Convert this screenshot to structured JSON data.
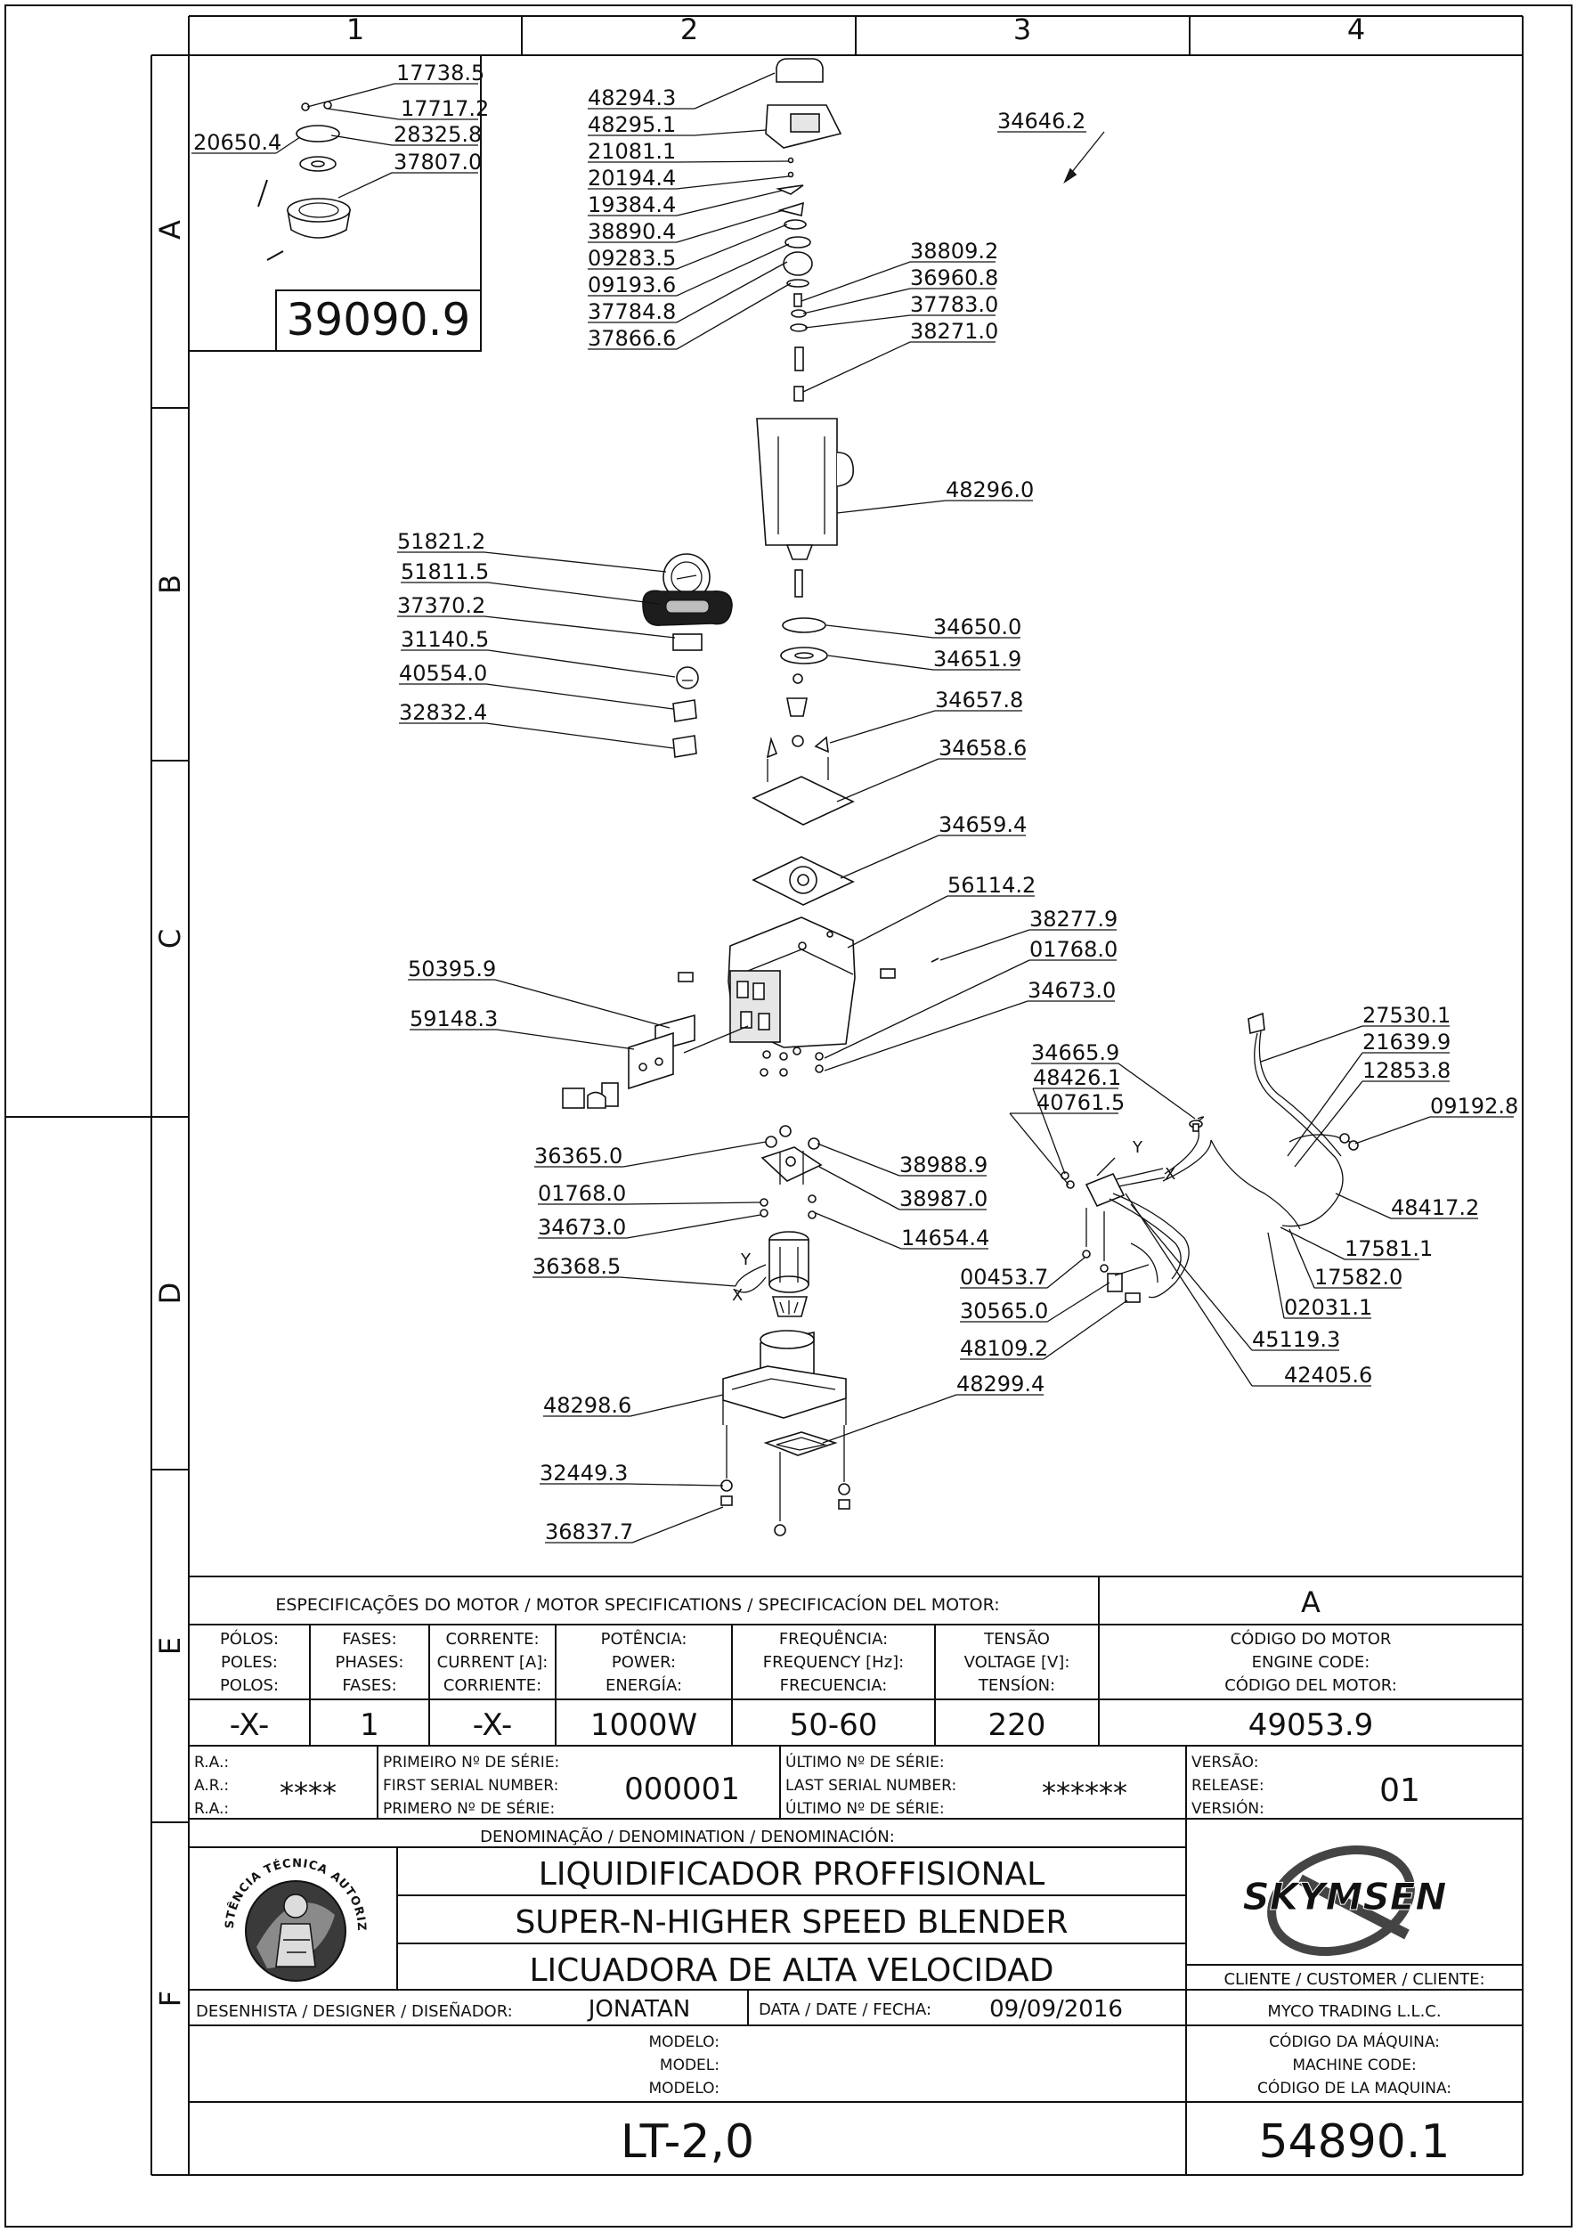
{
  "columns": [
    "1",
    "2",
    "3",
    "4"
  ],
  "rows": [
    "A",
    "B",
    "C",
    "D",
    "E",
    "F"
  ],
  "detail": {
    "code": "39090.9",
    "parts": [
      {
        "code": "17738.5"
      },
      {
        "code": "17717.2"
      },
      {
        "code": "20650.4"
      },
      {
        "code": "28325.8"
      },
      {
        "code": "37807.0"
      }
    ]
  },
  "center_parts": [
    "48294.3",
    "48295.1",
    "21081.1",
    "20194.4",
    "19384.4",
    "38890.4",
    "09283.5",
    "09193.6",
    "37784.8",
    "37866.6",
    "38809.2",
    "36960.8",
    "37783.0",
    "38271.0",
    "48296.0",
    "34650.0",
    "34651.9",
    "34657.8",
    "34658.6",
    "34659.4",
    "56114.2",
    "38277.9",
    "01768.0",
    "34673.0",
    "50395.9",
    "59148.3",
    "36365.0",
    "38988.9",
    "38987.0",
    "01768.0",
    "14654.4",
    "34673.0",
    "36368.5",
    "48298.6",
    "48299.4",
    "32449.3",
    "36837.7"
  ],
  "panel_parts": [
    "51821.2",
    "51811.5",
    "37370.2",
    "31140.5",
    "40554.0",
    "32832.4"
  ],
  "harness_parts": [
    "27530.1",
    "21639.9",
    "12853.8",
    "09192.8",
    "48417.2",
    "34665.9",
    "48426.1",
    "40761.5",
    "17581.1",
    "17582.0",
    "02031.1",
    "45119.3",
    "42405.6",
    "00453.7",
    "30565.0",
    "48109.2"
  ],
  "ref_note": "34646.2",
  "wire_labels": {
    "y": "Y",
    "x": "X"
  },
  "motor_specs": {
    "heading": "ESPECIFICAÇÕES DO MOTOR / MOTOR SPECIFICATIONS / SPECIFICACÍON DEL MOTOR:",
    "revision_letter": "A",
    "columns": [
      {
        "label": [
          "PÓLOS:",
          "POLES:",
          "POLOS:"
        ],
        "value": "-X-"
      },
      {
        "label": [
          "FASES:",
          "PHASES:",
          "FASES:"
        ],
        "value": "1"
      },
      {
        "label": [
          "CORRENTE:",
          "CURRENT [A]:",
          "CORRIENTE:"
        ],
        "value": "-X-"
      },
      {
        "label": [
          "POTÊNCIA:",
          "POWER:",
          "ENERGÍA:"
        ],
        "value": "1000W"
      },
      {
        "label": [
          "FREQUÊNCIA:",
          "FREQUENCY [Hz]:",
          "FRECUENCIA:"
        ],
        "value": "50-60"
      },
      {
        "label": [
          "TENSÃO",
          "VOLTAGE [V]:",
          "TENSÍON:"
        ],
        "value": "220"
      },
      {
        "label": [
          "CÓDIGO DO MOTOR",
          "ENGINE CODE:",
          "CÓDIGO DEL MOTOR:"
        ],
        "value": "49053.9"
      }
    ]
  },
  "serials": {
    "ra_labels": [
      "R.A.:",
      "A.R.:",
      "R.A.:"
    ],
    "ra_value": "****",
    "first_labels": [
      "PRIMEIRO Nº DE SÉRIE:",
      "FIRST SERIAL NUMBER:",
      "PRIMERO Nº DE SÉRIE:"
    ],
    "first_value": "000001",
    "last_labels": [
      "ÚLTIMO Nº DE SÉRIE:",
      "LAST SERIAL NUMBER:",
      "ÚLTIMO Nº DE SÉRIE:"
    ],
    "last_value": "******",
    "version_labels": [
      "VERSÃO:",
      "RELEASE:",
      "VERSIÓN:"
    ],
    "version_value": "01"
  },
  "title_block": {
    "denomination_label": "DENOMINAÇÃO / DENOMINATION / DENOMINACIÓN:",
    "names": [
      "LIQUIDIFICADOR PROFFISIONAL",
      "SUPER-N-HIGHER SPEED BLENDER",
      "LICUADORA DE ALTA VELOCIDAD"
    ],
    "seal_text": "ASSISTÊNCIA TÉCNICA AUTORIZADA",
    "brand": "SKYMSEN",
    "customer_label": "CLIENTE / CUSTOMER / CLIENTE:",
    "customer": "MYCO TRADING L.L.C.",
    "designer_label": "DESENHISTA / DESIGNER / DISEÑADOR:",
    "designer": "JONATAN",
    "date_label": "DATA / DATE / FECHA:",
    "date": "09/09/2016",
    "model_labels": [
      "MODELO:",
      "MODEL:",
      "MODELO:"
    ],
    "model": "LT-2,0",
    "machine_code_labels": [
      "CÓDIGO DA MÁQUINA:",
      "MACHINE CODE:",
      "CÓDIGO DE LA MAQUINA:"
    ],
    "machine_code": "54890.1"
  }
}
